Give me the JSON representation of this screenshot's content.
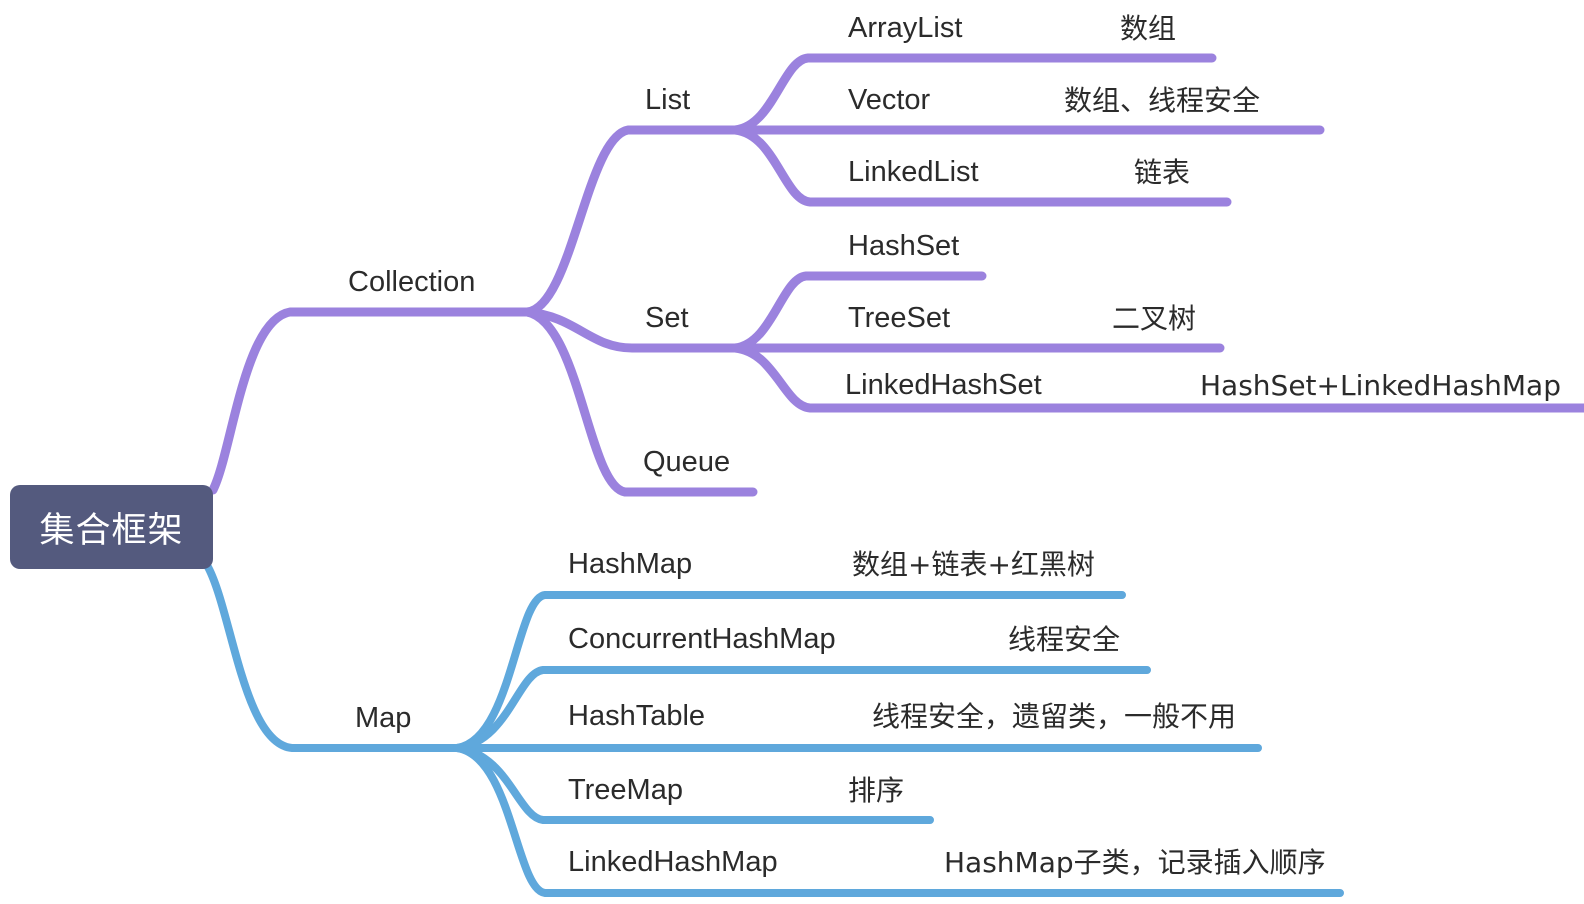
{
  "diagram": {
    "title": "集合框架",
    "type": "mindmap",
    "colors": {
      "root_bg": "#545a7e",
      "root_text": "#ffffff",
      "collection_branch": "#9b82de",
      "map_branch": "#5fa8dc",
      "label_text": "#2b2b2b",
      "background": "#ffffff"
    },
    "root": {
      "label": "集合框架"
    },
    "branches": [
      {
        "id": "collection",
        "label": "Collection",
        "color": "#9b82de",
        "children": [
          {
            "id": "list",
            "label": "List",
            "children": [
              {
                "id": "arraylist",
                "label": "ArrayList",
                "annotation": "数组"
              },
              {
                "id": "vector",
                "label": "Vector",
                "annotation": "数组、线程安全"
              },
              {
                "id": "linkedlist",
                "label": "LinkedList",
                "annotation": "链表"
              }
            ]
          },
          {
            "id": "set",
            "label": "Set",
            "children": [
              {
                "id": "hashset",
                "label": "HashSet",
                "annotation": ""
              },
              {
                "id": "treeset",
                "label": "TreeSet",
                "annotation": "二叉树"
              },
              {
                "id": "linkedhashset",
                "label": "LinkedHashSet",
                "annotation": "HashSet+LinkedHashMap"
              }
            ]
          },
          {
            "id": "queue",
            "label": "Queue",
            "children": []
          }
        ]
      },
      {
        "id": "map",
        "label": "Map",
        "color": "#5fa8dc",
        "children": [
          {
            "id": "hashmap",
            "label": "HashMap",
            "annotation": "数组+链表+红黑树"
          },
          {
            "id": "concurrenthashmap",
            "label": "ConcurrentHashMap",
            "annotation": "线程安全"
          },
          {
            "id": "hashtable",
            "label": "HashTable",
            "annotation": "线程安全，遗留类，一般不用"
          },
          {
            "id": "treemap",
            "label": "TreeMap",
            "annotation": "排序"
          },
          {
            "id": "linkedhashmap",
            "label": "LinkedHashMap",
            "annotation": "HashMap子类，记录插入顺序"
          }
        ]
      }
    ]
  }
}
